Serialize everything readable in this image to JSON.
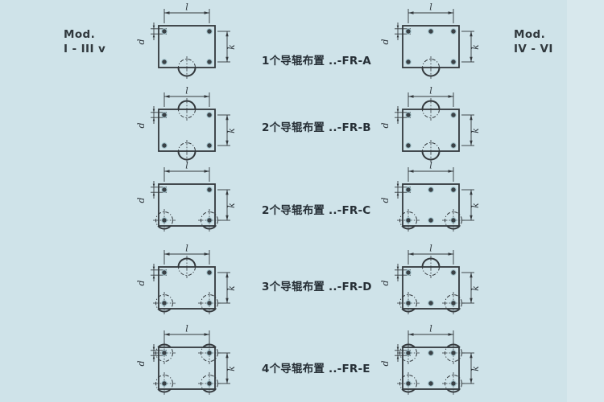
{
  "page": {
    "background": "#cfe3e9",
    "line_color": "#33383c",
    "text_color": "#2b3238"
  },
  "headers": {
    "left": {
      "line1": "Mod.",
      "line2": "I - III v"
    },
    "right": {
      "line1": "Mod.",
      "line2": "IV - VI"
    }
  },
  "dim_labels": {
    "length": "l",
    "height": "k",
    "hole": "d"
  },
  "rows": [
    {
      "id": "A",
      "label": "1个导辊布置 ..-FR-A",
      "left": {
        "holes": [
          "tl",
          "tr",
          "bl",
          "br"
        ],
        "rollers": [
          "bc"
        ]
      },
      "right": {
        "holes": [
          "tl",
          "tc",
          "tr",
          "bl",
          "br"
        ],
        "rollers": [
          "bc"
        ]
      }
    },
    {
      "id": "B",
      "label": "2个导辊布置 ..-FR-B",
      "left": {
        "holes": [
          "tl",
          "tr",
          "bl",
          "br"
        ],
        "rollers": [
          "tc",
          "bc"
        ]
      },
      "right": {
        "holes": [
          "tl",
          "tr",
          "bl",
          "br"
        ],
        "rollers": [
          "tc",
          "bc"
        ]
      }
    },
    {
      "id": "C",
      "label": "2个导辊布置 ..-FR-C",
      "left": {
        "holes": [
          "tl",
          "tr",
          "bl",
          "br"
        ],
        "rollers": [
          "bl",
          "br"
        ]
      },
      "right": {
        "holes": [
          "tl",
          "tc",
          "tr",
          "bl",
          "bc",
          "br"
        ],
        "rollers": [
          "bl",
          "br"
        ]
      }
    },
    {
      "id": "D",
      "label": "3个导辊布置 ..-FR-D",
      "left": {
        "holes": [
          "tl",
          "tr",
          "bl",
          "br"
        ],
        "rollers": [
          "tc",
          "bl",
          "br"
        ]
      },
      "right": {
        "holes": [
          "tl",
          "tr",
          "bl",
          "bc",
          "br"
        ],
        "rollers": [
          "tc",
          "bl",
          "br"
        ]
      }
    },
    {
      "id": "E",
      "label": "4个导辊布置 ..-FR-E",
      "left": {
        "holes": [
          "tl",
          "tr",
          "bl",
          "br"
        ],
        "rollers": [
          "tl",
          "tr",
          "bl",
          "br"
        ]
      },
      "right": {
        "holes": [
          "tl",
          "tc",
          "tr",
          "bl",
          "bc",
          "br"
        ],
        "rollers": [
          "tl",
          "tr",
          "bl",
          "br"
        ]
      }
    }
  ]
}
